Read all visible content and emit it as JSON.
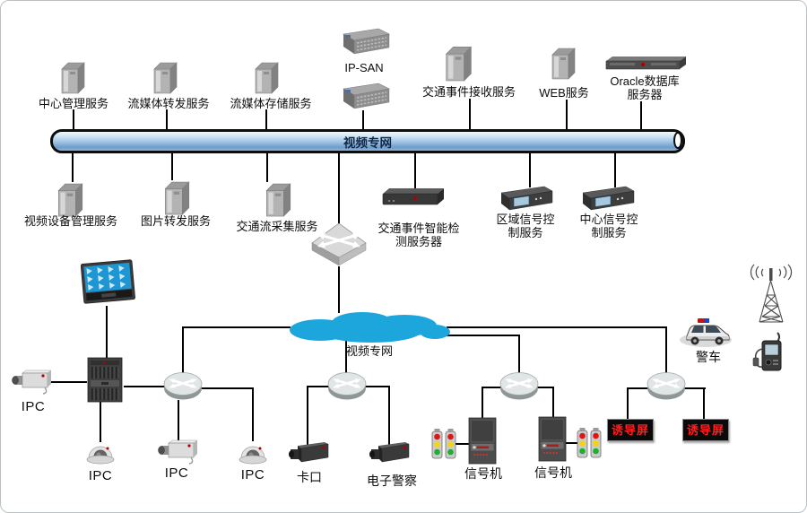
{
  "bus": {
    "label": "视频专网"
  },
  "cloud": {
    "label": "视频专网"
  },
  "top_row": [
    {
      "label": "中心管理服务"
    },
    {
      "label": "流媒体转发服务"
    },
    {
      "label": "流媒体存储服务"
    },
    {
      "label": "IP-SAN"
    },
    {
      "label": "交通事件接收服务"
    },
    {
      "label": "WEB服务"
    },
    {
      "label": "Oracle数据库服务器"
    }
  ],
  "mid_row": [
    {
      "label": "视频设备管理服务"
    },
    {
      "label": "图片转发服务"
    },
    {
      "label": "交通流采集服务"
    },
    {
      "label": "交通事件智能检测服务器"
    },
    {
      "label": "区域信号控制服务"
    },
    {
      "label": "中心信号控制服务"
    }
  ],
  "edge_devices": {
    "ipc_box_left": "IPC",
    "ipc_dome_1": "IPC",
    "ipc_box_2": "IPC",
    "ipc_dome_2": "IPC",
    "checkpoint_camera": "卡口",
    "electronic_police": "电子警察",
    "signal_machine_1": "信号机",
    "signal_machine_2": "信号机",
    "guidance_screen_1": "诱导屏",
    "guidance_screen_2": "诱导屏",
    "police_car": "警车"
  },
  "colors": {
    "cloud": "#1ca6dc",
    "line": "#000000",
    "guidance_text": "#ff1f1f"
  }
}
